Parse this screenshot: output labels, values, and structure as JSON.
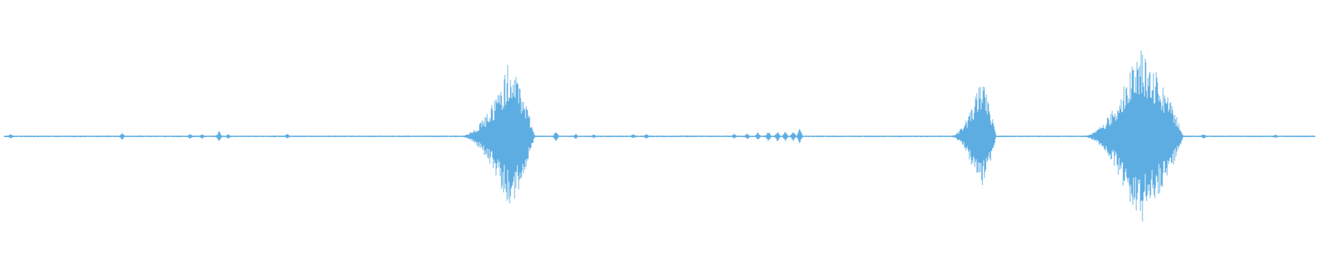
{
  "waveform": {
    "color": "#5DADE2",
    "background": "#FFFFFF",
    "baseline_amplitude": 0.004,
    "bursts": [
      {
        "kind": "tick",
        "center": 0.005,
        "amplitude": 0.02
      },
      {
        "kind": "tick",
        "center": 0.09,
        "amplitude": 0.03
      },
      {
        "kind": "tick",
        "center": 0.142,
        "amplitude": 0.02
      },
      {
        "kind": "tick",
        "center": 0.151,
        "amplitude": 0.02
      },
      {
        "kind": "tick",
        "center": 0.164,
        "amplitude": 0.045
      },
      {
        "kind": "tick",
        "center": 0.171,
        "amplitude": 0.02
      },
      {
        "kind": "tick",
        "center": 0.216,
        "amplitude": 0.02
      },
      {
        "kind": "burst",
        "start": 0.345,
        "peak": 0.385,
        "end": 0.405,
        "amplitude": 0.55
      },
      {
        "kind": "tick",
        "center": 0.421,
        "amplitude": 0.04
      },
      {
        "kind": "tick",
        "center": 0.436,
        "amplitude": 0.02
      },
      {
        "kind": "tick",
        "center": 0.45,
        "amplitude": 0.015
      },
      {
        "kind": "tick",
        "center": 0.48,
        "amplitude": 0.02
      },
      {
        "kind": "tick",
        "center": 0.49,
        "amplitude": 0.02
      },
      {
        "kind": "tick",
        "center": 0.557,
        "amplitude": 0.02
      },
      {
        "kind": "tick",
        "center": 0.567,
        "amplitude": 0.025
      },
      {
        "kind": "tick",
        "center": 0.575,
        "amplitude": 0.03
      },
      {
        "kind": "tick",
        "center": 0.583,
        "amplitude": 0.04
      },
      {
        "kind": "tick",
        "center": 0.59,
        "amplitude": 0.04
      },
      {
        "kind": "tick",
        "center": 0.596,
        "amplitude": 0.045
      },
      {
        "kind": "tick",
        "center": 0.602,
        "amplitude": 0.04
      },
      {
        "kind": "tick",
        "center": 0.607,
        "amplitude": 0.06
      },
      {
        "kind": "burst",
        "start": 0.72,
        "peak": 0.745,
        "end": 0.757,
        "amplitude": 0.43
      },
      {
        "kind": "burst",
        "start": 0.82,
        "peak": 0.865,
        "end": 0.9,
        "amplitude": 0.68
      },
      {
        "kind": "tick",
        "center": 0.915,
        "amplitude": 0.02
      },
      {
        "kind": "tick",
        "center": 0.97,
        "amplitude": 0.015
      }
    ]
  }
}
